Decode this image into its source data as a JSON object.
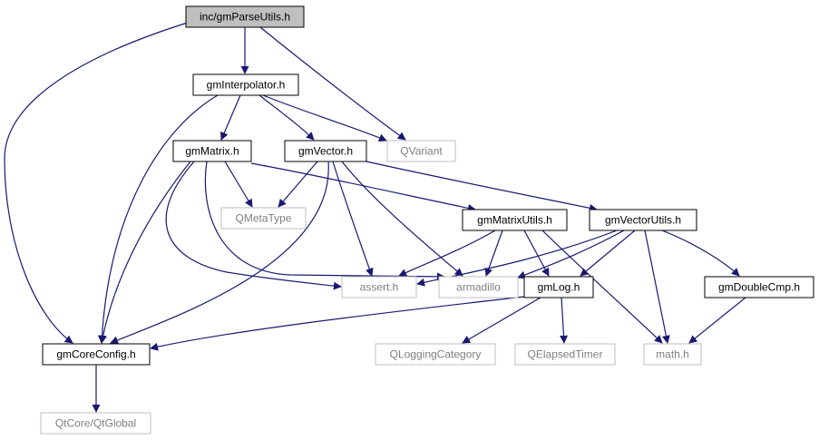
{
  "diagram": {
    "nodes": [
      {
        "id": "parseutils",
        "label": "inc/gmParseUtils.h",
        "kind": "focus"
      },
      {
        "id": "interp",
        "label": "gmInterpolator.h",
        "kind": "project"
      },
      {
        "id": "qvariant",
        "label": "QVariant",
        "kind": "external"
      },
      {
        "id": "matrix",
        "label": "gmMatrix.h",
        "kind": "project"
      },
      {
        "id": "vector",
        "label": "gmVector.h",
        "kind": "project"
      },
      {
        "id": "qmetatype",
        "label": "QMetaType",
        "kind": "external"
      },
      {
        "id": "matrixutils",
        "label": "gmMatrixUtils.h",
        "kind": "project"
      },
      {
        "id": "vectorutils",
        "label": "gmVectorUtils.h",
        "kind": "project"
      },
      {
        "id": "assert",
        "label": "assert.h",
        "kind": "external"
      },
      {
        "id": "armadillo",
        "label": "armadillo",
        "kind": "external"
      },
      {
        "id": "log",
        "label": "gmLog.h",
        "kind": "project"
      },
      {
        "id": "doublecmp",
        "label": "gmDoubleCmp.h",
        "kind": "project"
      },
      {
        "id": "coreconfig",
        "label": "gmCoreConfig.h",
        "kind": "project"
      },
      {
        "id": "qlogcat",
        "label": "QLoggingCategory",
        "kind": "external"
      },
      {
        "id": "qelapsed",
        "label": "QElapsedTimer",
        "kind": "external"
      },
      {
        "id": "math",
        "label": "math.h",
        "kind": "external"
      },
      {
        "id": "qtglobal",
        "label": "QtCore/QtGlobal",
        "kind": "external"
      }
    ],
    "edges": [
      {
        "from": "parseutils",
        "to": "interp"
      },
      {
        "from": "parseutils",
        "to": "qvariant"
      },
      {
        "from": "parseutils",
        "to": "coreconfig"
      },
      {
        "from": "interp",
        "to": "matrix"
      },
      {
        "from": "interp",
        "to": "vector"
      },
      {
        "from": "interp",
        "to": "qvariant"
      },
      {
        "from": "interp",
        "to": "coreconfig"
      },
      {
        "from": "matrix",
        "to": "qmetatype"
      },
      {
        "from": "matrix",
        "to": "matrixutils"
      },
      {
        "from": "matrix",
        "to": "assert"
      },
      {
        "from": "matrix",
        "to": "armadillo"
      },
      {
        "from": "matrix",
        "to": "coreconfig"
      },
      {
        "from": "vector",
        "to": "qmetatype"
      },
      {
        "from": "vector",
        "to": "vectorutils"
      },
      {
        "from": "vector",
        "to": "assert"
      },
      {
        "from": "vector",
        "to": "armadillo"
      },
      {
        "from": "vector",
        "to": "coreconfig"
      },
      {
        "from": "matrixutils",
        "to": "assert"
      },
      {
        "from": "matrixutils",
        "to": "armadillo"
      },
      {
        "from": "matrixutils",
        "to": "log"
      },
      {
        "from": "matrixutils",
        "to": "math"
      },
      {
        "from": "vectorutils",
        "to": "assert"
      },
      {
        "from": "vectorutils",
        "to": "armadillo"
      },
      {
        "from": "vectorutils",
        "to": "log"
      },
      {
        "from": "vectorutils",
        "to": "math"
      },
      {
        "from": "vectorutils",
        "to": "doublecmp"
      },
      {
        "from": "log",
        "to": "coreconfig"
      },
      {
        "from": "log",
        "to": "qlogcat"
      },
      {
        "from": "log",
        "to": "qelapsed"
      },
      {
        "from": "doublecmp",
        "to": "math"
      },
      {
        "from": "coreconfig",
        "to": "qtglobal"
      }
    ],
    "colors": {
      "edge": "#191970",
      "focus_fill": "#bfbfbf",
      "project_border": "#000000",
      "external_border": "#bfbfbf",
      "external_text": "#7f7f7f",
      "project_text": "#000000"
    }
  }
}
